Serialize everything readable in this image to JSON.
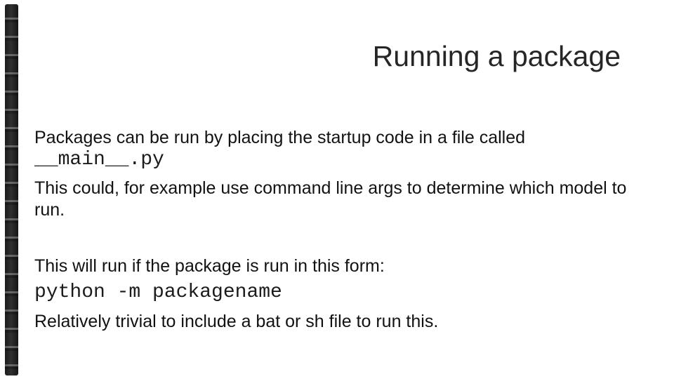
{
  "slide": {
    "title": "Running a package",
    "lines": [
      {
        "text": "Packages can be run by placing the startup code in a file called",
        "style": "body"
      },
      {
        "text": "__main__.py",
        "style": "code"
      },
      {
        "text": "This could, for example use command line args to determine which model to",
        "style": "body"
      },
      {
        "text": "run.",
        "style": "body"
      },
      {
        "text": "This will run if the package is run in this form:",
        "style": "body"
      },
      {
        "text": "python -m packagename",
        "style": "code"
      },
      {
        "text": "Relatively trivial to include a bat or sh file to run this.",
        "style": "body"
      }
    ],
    "colors": {
      "background": "#ffffff",
      "title_text": "#262626",
      "body_text": "#121212",
      "binding_strip": "#1b1b1b"
    }
  }
}
